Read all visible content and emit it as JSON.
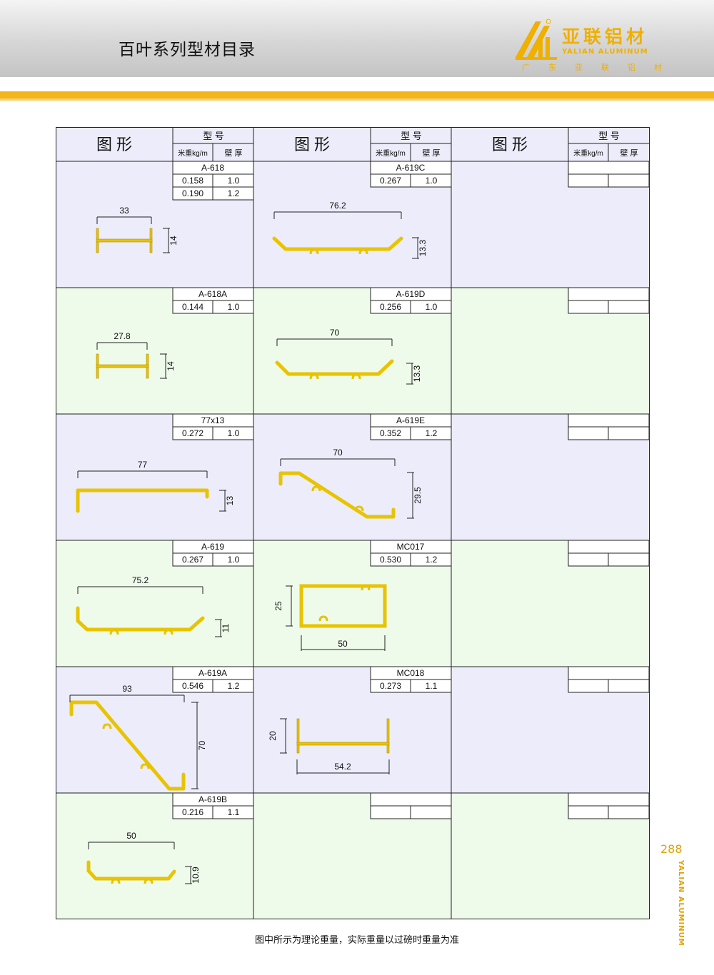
{
  "header": {
    "title": "百叶系列型材目录",
    "brand_cn": "亚联铝材",
    "brand_en": "YALIAN ALUMINUM",
    "brand_sub": "广东亚联铝材",
    "accent_color": "#f3b51a"
  },
  "table_header": {
    "figure": "图  形",
    "model": "型  号",
    "weight": "米重kg/m",
    "thickness": "壁 厚"
  },
  "columns": [
    [
      {
        "model": "A-618",
        "rows": [
          [
            "0.158",
            "1.0"
          ],
          [
            "0.190",
            "1.2"
          ]
        ],
        "dims": [
          "33",
          "14"
        ]
      },
      {
        "model": "A-618A",
        "rows": [
          [
            "0.144",
            "1.0"
          ]
        ],
        "dims": [
          "27.8",
          "14"
        ]
      },
      {
        "model": "77x13",
        "rows": [
          [
            "0.272",
            "1.0"
          ]
        ],
        "dims": [
          "77",
          "13"
        ]
      },
      {
        "model": "A-619",
        "rows": [
          [
            "0.267",
            "1.0"
          ]
        ],
        "dims": [
          "75.2",
          "11"
        ]
      },
      {
        "model": "A-619A",
        "rows": [
          [
            "0.546",
            "1.2"
          ]
        ],
        "dims": [
          "93",
          "70"
        ]
      },
      {
        "model": "A-619B",
        "rows": [
          [
            "0.216",
            "1.1"
          ]
        ],
        "dims": [
          "50",
          "10.9"
        ]
      }
    ],
    [
      {
        "model": "A-619C",
        "rows": [
          [
            "0.267",
            "1.0"
          ]
        ],
        "dims": [
          "76.2",
          "13.3"
        ]
      },
      {
        "model": "A-619D",
        "rows": [
          [
            "0.256",
            "1.0"
          ]
        ],
        "dims": [
          "70",
          "13.3"
        ]
      },
      {
        "model": "A-619E",
        "rows": [
          [
            "0.352",
            "1.2"
          ]
        ],
        "dims": [
          "70",
          "29.5"
        ]
      },
      {
        "model": "MC017",
        "rows": [
          [
            "0.530",
            "1.2"
          ]
        ],
        "dims": [
          "25",
          "50"
        ]
      },
      {
        "model": "MC018",
        "rows": [
          [
            "0.273",
            "1.1"
          ]
        ],
        "dims": [
          "20",
          "54.2"
        ]
      },
      {
        "model": "",
        "rows": [
          [
            "",
            ""
          ]
        ],
        "dims": []
      }
    ],
    [
      {
        "model": "",
        "rows": [
          [
            "",
            ""
          ]
        ],
        "dims": []
      },
      {
        "model": "",
        "rows": [
          [
            "",
            ""
          ]
        ],
        "dims": []
      },
      {
        "model": "",
        "rows": [
          [
            "",
            ""
          ]
        ],
        "dims": []
      },
      {
        "model": "",
        "rows": [
          [
            "",
            ""
          ]
        ],
        "dims": []
      },
      {
        "model": "",
        "rows": [
          [
            "",
            ""
          ]
        ],
        "dims": []
      },
      {
        "model": "",
        "rows": [
          [
            "",
            ""
          ]
        ],
        "dims": []
      }
    ]
  ],
  "row_colors": [
    "#ececfa",
    "#eefaea"
  ],
  "profile_color": "#e8c400",
  "page_number": "288",
  "side_text": "YALIAN ALUMINUM",
  "footer": "图中所示为理论重量，实际重量以过磅时重量为准"
}
